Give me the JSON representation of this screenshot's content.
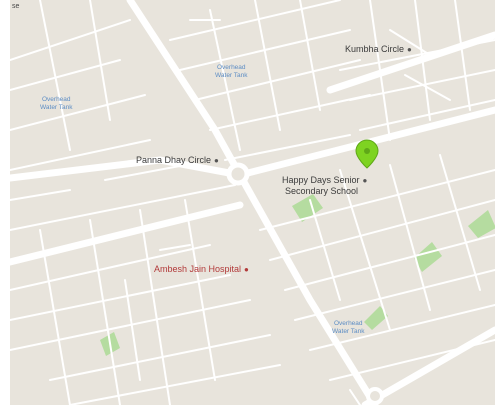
{
  "map": {
    "corner_text": "se",
    "labels": {
      "kumbha_circle": "Kumbha Circle",
      "panna_dhay_circle": "Panna Dhay Circle",
      "happy_days_line1": "Happy Days Senior",
      "happy_days_line2": "Secondary School",
      "ambesh_jain_hospital": "Ambesh Jain Hospital",
      "water_tank_left_1": "Overhead",
      "water_tank_left_2": "Water Tank",
      "water_tank_top_1": "Overhead",
      "water_tank_top_2": "Water Tank",
      "water_tank_bottom_1": "Overhead",
      "water_tank_bottom_2": "Water Tank"
    },
    "poi_dot_glyph": "●",
    "colors": {
      "land": "#e8e4dc",
      "road": "#ffffff",
      "park": "#b5dca0",
      "water_label": "#5d8dc4",
      "marker": "#7ed321",
      "hospital_label": "#b23a3a"
    },
    "marker_icon": "map-pin-icon"
  }
}
